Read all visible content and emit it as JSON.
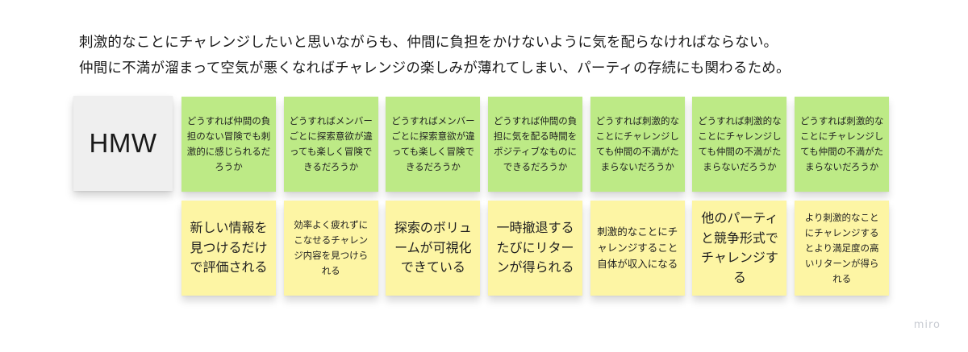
{
  "header": {
    "line1": "刺激的なことにチャレンジしたいと思いながらも、仲間に負担をかけないように気を配らなければならない。",
    "line2": "仲間に不満が溜まって空気が悪くなればチャレンジの楽しみが薄れてしまい、パーティの存続にも関わるため。"
  },
  "hmw_label": "HMW",
  "green_notes": [
    "どうすれば仲間の負担のない冒険でも刺激的に感じられるだろうか",
    "どうすればメンバーごとに探索意欲が違っても楽しく冒険できるだろうか",
    "どうすればメンバーごとに探索意欲が違っても楽しく冒険できるだろうか",
    "どうすれば仲間の負担に気を配る時間をポジティブなものにできるだろうか",
    "どうすれば刺激的なことにチャレンジしても仲間の不満がたまらないだろうか",
    "どうすれば刺激的なことにチャレンジしても仲間の不満がたまらないだろうか",
    "どうすれば刺激的なことにチャレンジしても仲間の不満がたまらないだろうか"
  ],
  "yellow_notes": [
    "新しい情報を見つけるだけで評価される",
    "効率よく疲れずにこなせるチャレンジ内容を見つけられる",
    "探索のボリュームが可視化できている",
    "一時撤退するたびにリターンが得られる",
    "刺激的なことにチャレンジすること自体が収入になる",
    "他のパーティと競争形式でチャレンジする",
    "より刺激的なことにチャレンジするとより満足度の高いリターンが得られる"
  ],
  "watermark": "miro",
  "colors": {
    "green_note": "#bdea86",
    "yellow_note": "#fdf5a4",
    "hmw_note": "#efefef",
    "background": "#ffffff"
  }
}
